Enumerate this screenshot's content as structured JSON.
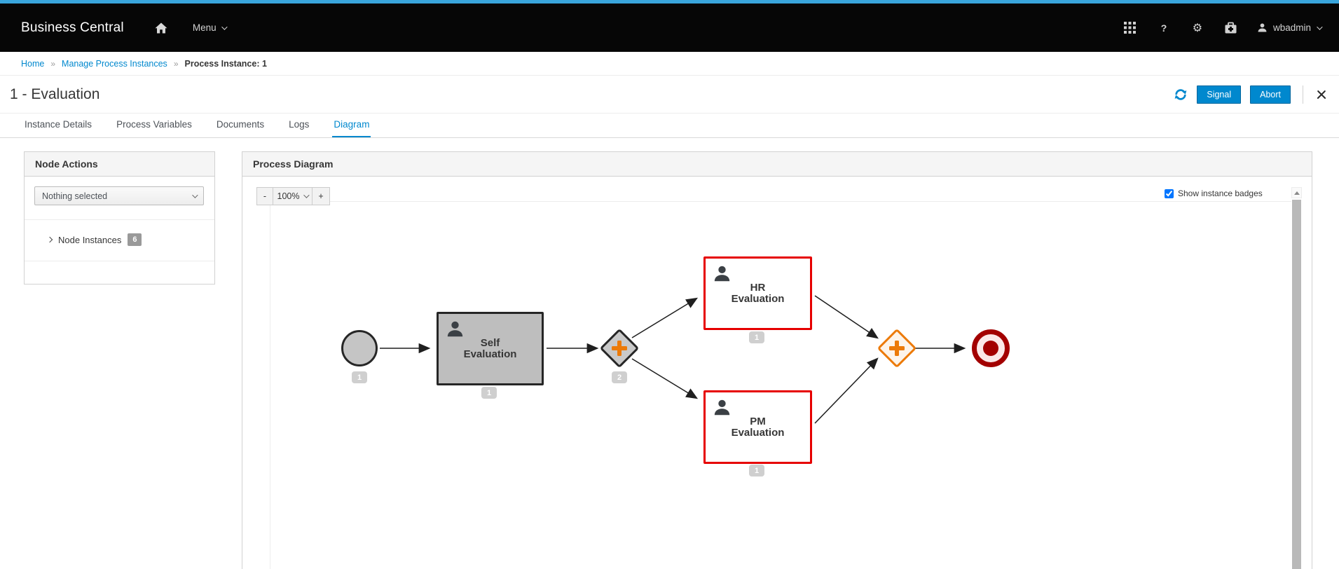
{
  "masthead": {
    "brand": "Business Central",
    "menu": "Menu",
    "user": "wbadmin",
    "help_glyph": "?",
    "gear_glyph": "⚙"
  },
  "breadcrumb": {
    "separator": "»",
    "items": [
      {
        "label": "Home"
      },
      {
        "label": "Manage Process Instances"
      },
      {
        "label": "Process Instance: 1"
      }
    ]
  },
  "title_bar": {
    "title": "1 - Evaluation",
    "signal": "Signal",
    "abort": "Abort"
  },
  "tabs": [
    {
      "label": "Instance Details"
    },
    {
      "label": "Process Variables"
    },
    {
      "label": "Documents"
    },
    {
      "label": "Logs"
    },
    {
      "label": "Diagram"
    }
  ],
  "node_actions": {
    "header": "Node Actions",
    "dropdown_value": "Nothing selected",
    "instances_label": "Node Instances",
    "instances_count": "6"
  },
  "process_diagram": {
    "header": "Process Diagram",
    "zoom_out": "-",
    "zoom_level": "100%",
    "zoom_in": "+",
    "show_badges": "Show instance badges"
  },
  "diagram": {
    "start": {
      "badge": "1"
    },
    "self_task": {
      "line1": "Self",
      "line2": "Evaluation",
      "badge": "1"
    },
    "split_gateway": {
      "badge": "2"
    },
    "hr_task": {
      "line1": "HR",
      "line2": "Evaluation",
      "badge": "1"
    },
    "pm_task": {
      "line1": "PM",
      "line2": "Evaluation",
      "badge": "1"
    }
  },
  "colors": {
    "accent": "#39a5dc",
    "link": "#0088ce",
    "primary_button": "#0088ce",
    "error_border": "#e60000",
    "gateway_orange": "#ec7a08",
    "end_event_red": "#a30000"
  }
}
